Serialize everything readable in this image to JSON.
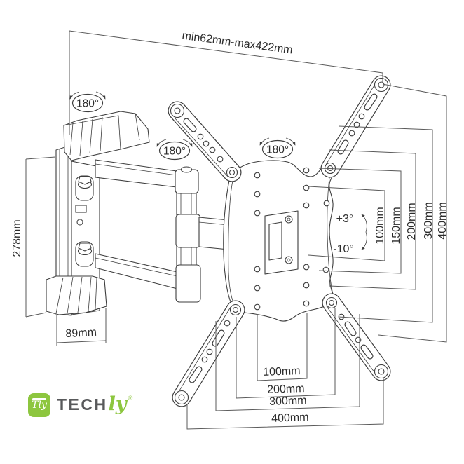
{
  "canvas": {
    "background": "#ffffff",
    "line_color": "#3d3d3d",
    "dimension_color": "#5a5a5a"
  },
  "labels": {
    "extension_range": "min62mm-max422mm",
    "plate_height": "278mm",
    "plate_width": "89mm",
    "swivel_wall": "180°",
    "swivel_arm": "180°",
    "swivel_plate": "180°",
    "tilt_up": "+3°",
    "tilt_down": "-10°"
  },
  "vesa_vertical": [
    "100mm",
    "150mm",
    "200mm",
    "300mm",
    "400mm"
  ],
  "vesa_horizontal": [
    "100mm",
    "200mm",
    "300mm",
    "400mm"
  ],
  "logo": {
    "icon_text": "Tly",
    "brand_dark": "TECH",
    "brand_script": "ly",
    "registered": "®",
    "green": "#8dc63f",
    "gray": "#58595b"
  }
}
